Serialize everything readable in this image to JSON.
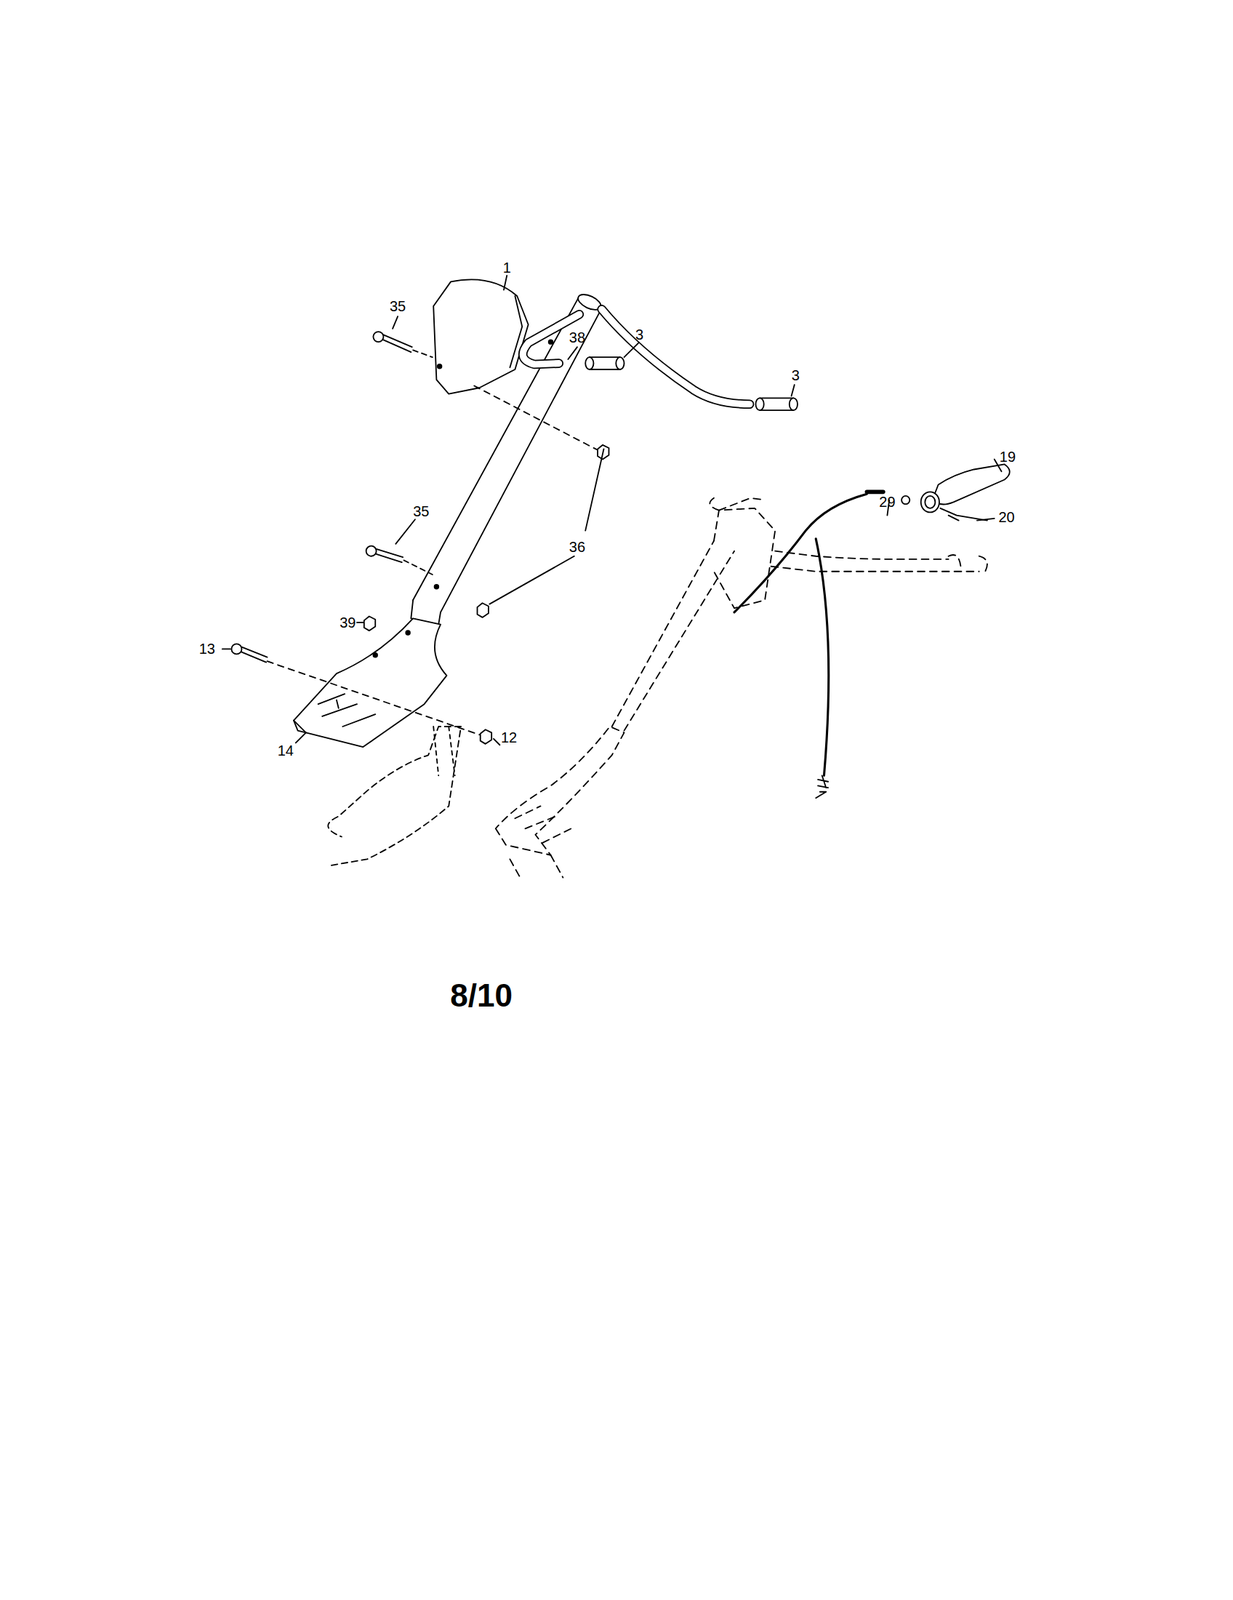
{
  "diagram": {
    "labels": [
      "1",
      "35",
      "38",
      "3",
      "3",
      "19",
      "29",
      "20",
      "35",
      "36",
      "39",
      "13",
      "12",
      "14",
      "8/10"
    ]
  }
}
